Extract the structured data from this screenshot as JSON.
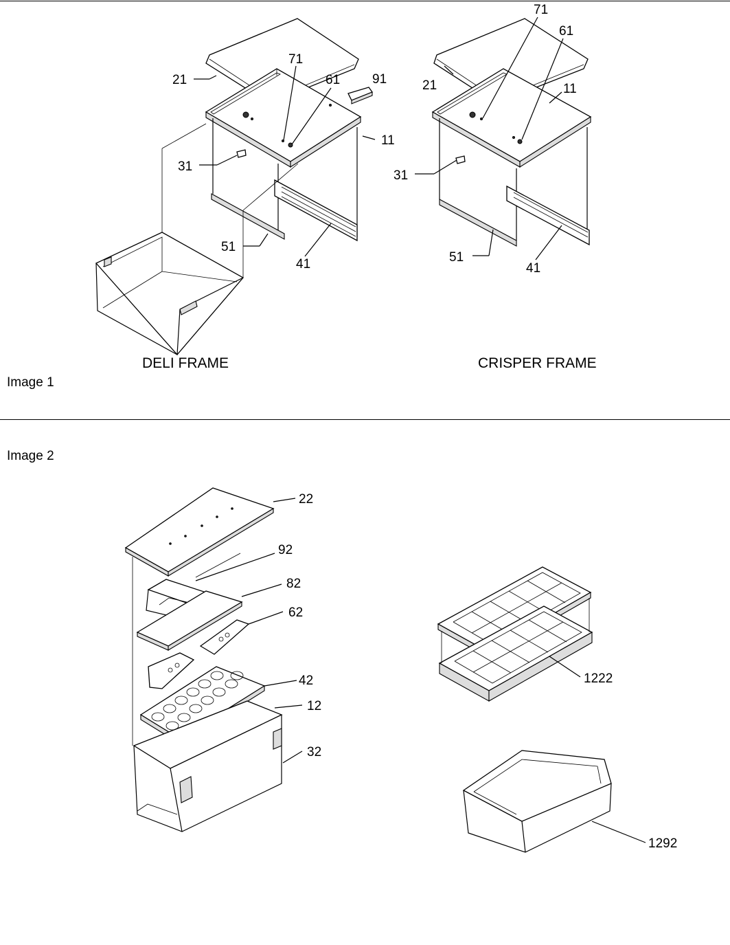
{
  "image1": {
    "caption": "Image 1",
    "deli_frame": {
      "title": "DELI FRAME",
      "callouts": [
        "21",
        "71",
        "61",
        "91",
        "11",
        "31",
        "51",
        "41"
      ]
    },
    "crisper_frame": {
      "title": "CRISPER FRAME",
      "callouts": [
        "71",
        "61",
        "21",
        "11",
        "31",
        "51",
        "41"
      ]
    }
  },
  "image2": {
    "caption": "Image 2",
    "callouts": [
      "22",
      "92",
      "82",
      "62",
      "42",
      "12",
      "32",
      "1222",
      "1292"
    ]
  }
}
